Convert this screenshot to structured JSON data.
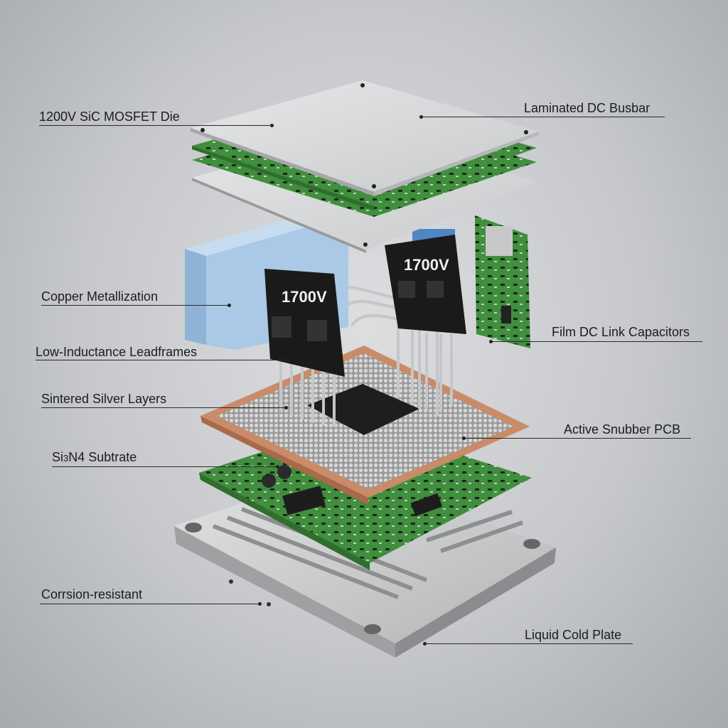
{
  "labels": {
    "mosfet_die": "1200V SiC MOSFET Die",
    "busbar": "Laminated DC Busbar",
    "copper_metallization": "Copper Metallization",
    "film_capacitors": "Film DC Link Capacitors",
    "leadframes": "Low-Inductance Leadframes",
    "sintered_silver": "Sintered Silver Layers",
    "snubber_pcb": "Active Snubber PCB",
    "substrate_prefix": "Si",
    "substrate_sub": "3",
    "substrate_suffix": "N4 Subtrate",
    "corrosion": "Corrsion-resistant",
    "cold_plate": "Liquid Cold Plate"
  },
  "chips": {
    "left_rating": "1700V",
    "right_rating": "1700V"
  },
  "colors": {
    "pcb_green": "#3f8f3c",
    "copper": "#c98b68",
    "pad_blue": "#a9c9e6",
    "metal": "#c9cbcd"
  }
}
